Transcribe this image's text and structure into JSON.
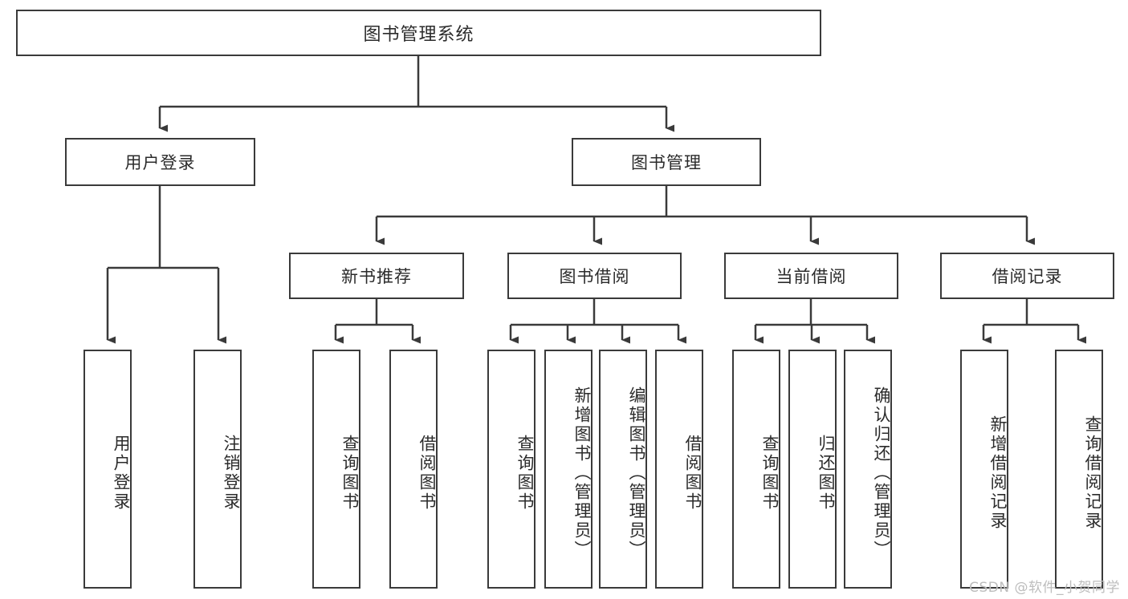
{
  "diagram": {
    "title": "图书管理系统",
    "type": "tree",
    "orientation": "top-down",
    "colors": {
      "background": "#ffffff",
      "box_border": "#3a3a3a",
      "box_fill": "#ffffff",
      "text": "#2b2b2b",
      "connector": "#3a3a3a",
      "watermark": "#bdbdbd"
    },
    "watermark": "CSDN @软件_小贺同学",
    "nodes": {
      "root": {
        "label": "图书管理系统"
      },
      "level2": [
        {
          "label": "用户登录"
        },
        {
          "label": "图书管理"
        }
      ],
      "level3": [
        {
          "label": "新书推荐"
        },
        {
          "label": "图书借阅"
        },
        {
          "label": "当前借阅"
        },
        {
          "label": "借阅记录"
        }
      ],
      "leaves": {
        "user_login": [
          {
            "label": "用户登录"
          },
          {
            "label": "注销登录"
          }
        ],
        "new_book_recommend": [
          {
            "label": "查询图书"
          },
          {
            "label": "借阅图书"
          }
        ],
        "book_borrow": [
          {
            "label": "查询图书"
          },
          {
            "label": "新增图书（管理员）"
          },
          {
            "label": "编辑图书（管理员）"
          },
          {
            "label": "借阅图书"
          }
        ],
        "current_borrow": [
          {
            "label": "查询图书"
          },
          {
            "label": "归还图书"
          },
          {
            "label": "确认归还（管理员）"
          }
        ],
        "borrow_record": [
          {
            "label": "新增借阅记录"
          },
          {
            "label": "查询借阅记录"
          }
        ]
      }
    }
  }
}
